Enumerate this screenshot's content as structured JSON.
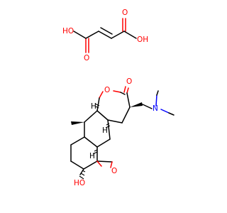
{
  "molecule": {
    "colors": {
      "carbon": "#000000",
      "oxygen": "#ff0000",
      "nitrogen": "#0000ff",
      "background": "#ffffff"
    },
    "fumaric_acid": {
      "label_oh_left": "HO",
      "label_o_left": "O",
      "label_o_right": "O",
      "label_oh_right": "OH"
    },
    "main": {
      "label_carbonyl_o": "O",
      "label_ring_o": "O",
      "label_n": "N",
      "label_h_upper": "H",
      "label_h_mid": "H",
      "label_h_lower": "H",
      "label_epoxide_o": "O",
      "label_oh": "HO"
    }
  }
}
